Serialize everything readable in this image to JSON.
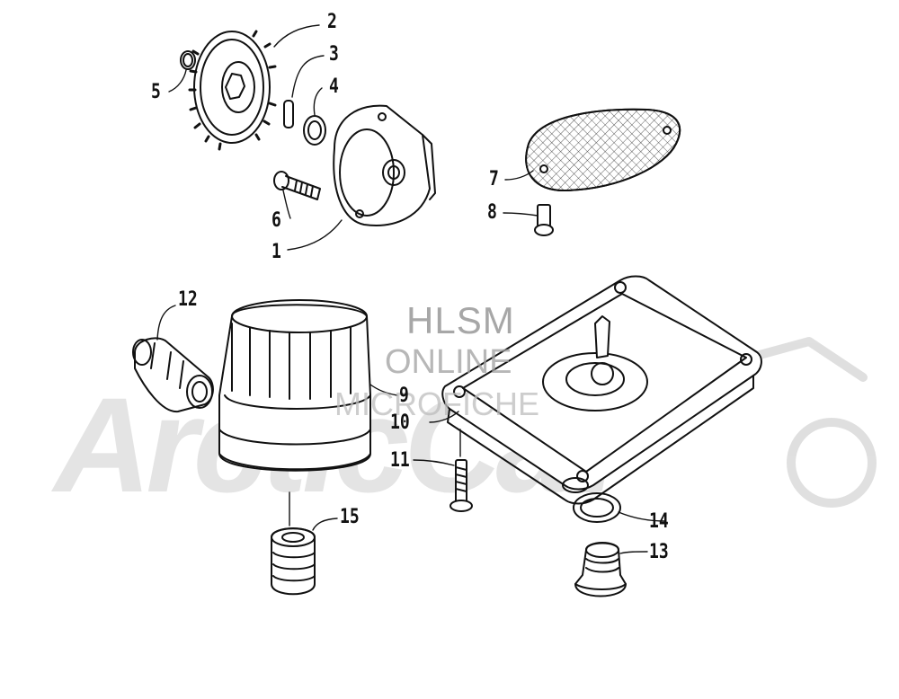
{
  "watermark": {
    "line1": "HLSM",
    "line2": "ONLINE",
    "line3": "MICROFICHE",
    "brand": "ArcticCat"
  },
  "callouts": [
    {
      "id": "1",
      "text": "1"
    },
    {
      "id": "2",
      "text": "2"
    },
    {
      "id": "3",
      "text": "3"
    },
    {
      "id": "4",
      "text": "4"
    },
    {
      "id": "5",
      "text": "5"
    },
    {
      "id": "6",
      "text": "6"
    },
    {
      "id": "7",
      "text": "7"
    },
    {
      "id": "8",
      "text": "8"
    },
    {
      "id": "9",
      "text": "9"
    },
    {
      "id": "10",
      "text": "10"
    },
    {
      "id": "11",
      "text": "11"
    },
    {
      "id": "12",
      "text": "12"
    },
    {
      "id": "13",
      "text": "13"
    },
    {
      "id": "14",
      "text": "14"
    },
    {
      "id": "15",
      "text": "15"
    }
  ]
}
